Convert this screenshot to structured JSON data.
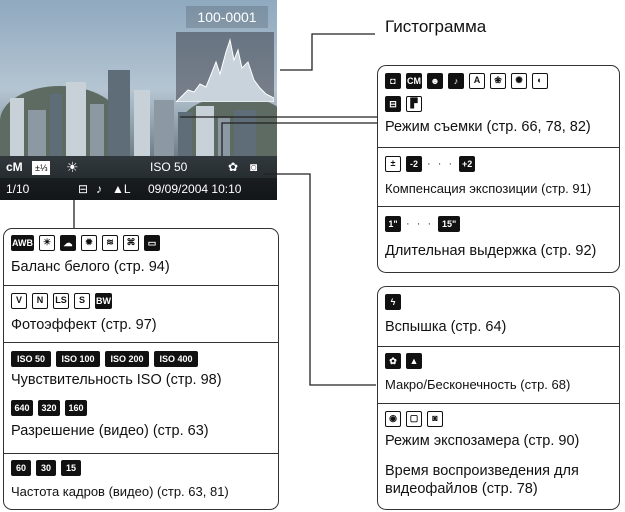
{
  "screen": {
    "frame_number": "100-0001",
    "row1": {
      "mode": "ᴄM",
      "exposure_comp": "±⅓",
      "iso": "ISO 50"
    },
    "row2": {
      "counter": "1/10",
      "quality": "▲L",
      "datetime": "09/09/2004 10:10"
    }
  },
  "histogram_label": "Гистограмма",
  "left_box": {
    "white_balance": {
      "icons": [
        "AWB",
        "☀",
        "☁",
        "✹",
        "≋",
        "⌘",
        "▭"
      ],
      "label": "Баланс белого (стр. 94)"
    },
    "photo_effect": {
      "icons": [
        "V",
        "N",
        "LS",
        "S",
        "BW"
      ],
      "label": "Фотоэффект (стр. 97)"
    },
    "iso": {
      "icons": [
        "ISO 50",
        "ISO 100",
        "ISO 200",
        "ISO 400"
      ],
      "label": "Чувствительность ISO (стр. 98)"
    },
    "resolution": {
      "icons": [
        "640",
        "320",
        "160"
      ],
      "label": "Разрешение (видео) (стр. 63)"
    },
    "frame_rate": {
      "icons": [
        "60",
        "30",
        "15"
      ],
      "label": "Частота кадров (видео) (стр. 63, 81)"
    }
  },
  "right_top_box": {
    "shooting_mode": {
      "icons": [
        "◘",
        "CM",
        "☻",
        "♪",
        "A",
        "❀",
        "✺",
        "◐",
        "⊟",
        "▛"
      ],
      "label": "Режим съемки (стр. 66, 78, 82)"
    },
    "exposure_comp": {
      "icons": [
        "±",
        "-2",
        "+2"
      ],
      "dots": "· · ·",
      "label": "Компенсация экспозиции (стр. 91)"
    },
    "long_shutter": {
      "icons": [
        "1\"",
        "15\""
      ],
      "dots": "· · ·",
      "label": "Длительная выдержка (стр. 92)"
    }
  },
  "right_bottom_box": {
    "flash": {
      "icons": [
        "ϟ"
      ],
      "label": "Вспышка (стр. 64)"
    },
    "macro": {
      "icons": [
        "✿",
        "▲"
      ],
      "label": "Макро/Бесконечность (стр. 68)"
    },
    "metering": {
      "icons": [
        "◉",
        "▢",
        "◙"
      ],
      "label": "Режим экспозамера (стр. 90)"
    },
    "playback_time": {
      "line1": "Время воспроизведения для",
      "line2": "видеофайлов (стр. 78)"
    }
  }
}
